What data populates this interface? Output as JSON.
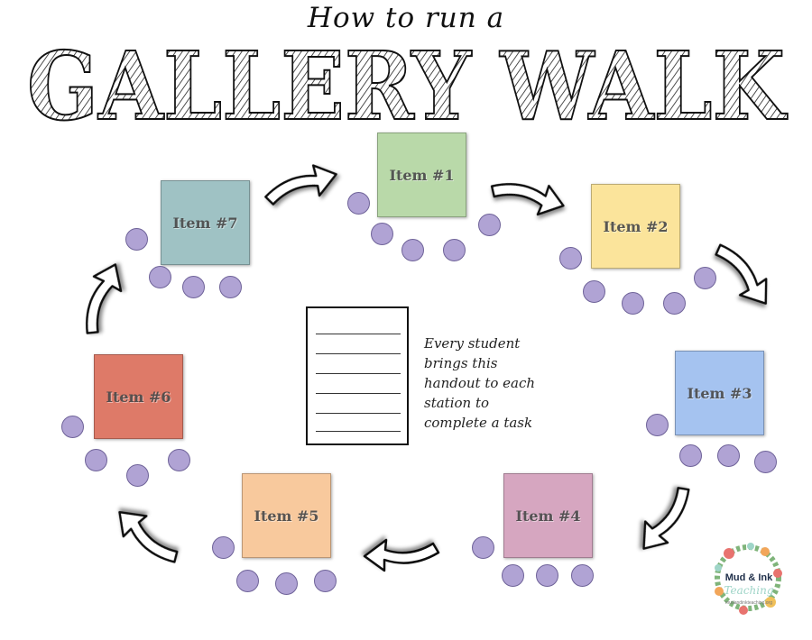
{
  "header": {
    "subtitle": "How to run a",
    "title": "GALLERY WALK"
  },
  "stations": [
    {
      "label": "Item #1",
      "color": "#b9d9a9"
    },
    {
      "label": "Item #2",
      "color": "#fbe49b"
    },
    {
      "label": "Item #3",
      "color": "#a5c3f0"
    },
    {
      "label": "Item #4",
      "color": "#d6a6c0"
    },
    {
      "label": "Item #5",
      "color": "#f8c99d"
    },
    {
      "label": "Item #6",
      "color": "#de7a68"
    },
    {
      "label": "Item #7",
      "color": "#9fc2c4"
    }
  ],
  "seat_color": "#b0a3d4",
  "handout_note": [
    "Every student",
    "brings this",
    "handout to each",
    "station to",
    "complete a task"
  ],
  "logo": {
    "name": "Mud & Ink",
    "sub": "Teaching",
    "url": "mudandinkteaching.org"
  }
}
